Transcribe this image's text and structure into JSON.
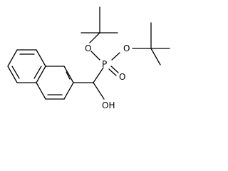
{
  "molecule": {
    "atoms": {
      "phosphorus": "P",
      "ester_oxygen_left": "O",
      "ester_oxygen_right": "O",
      "phosphoryl_oxygen": "O",
      "hydroxyl": "OH"
    }
  },
  "colors": {
    "background": "#ffffff",
    "bond": "#000000",
    "text": "#000000"
  }
}
